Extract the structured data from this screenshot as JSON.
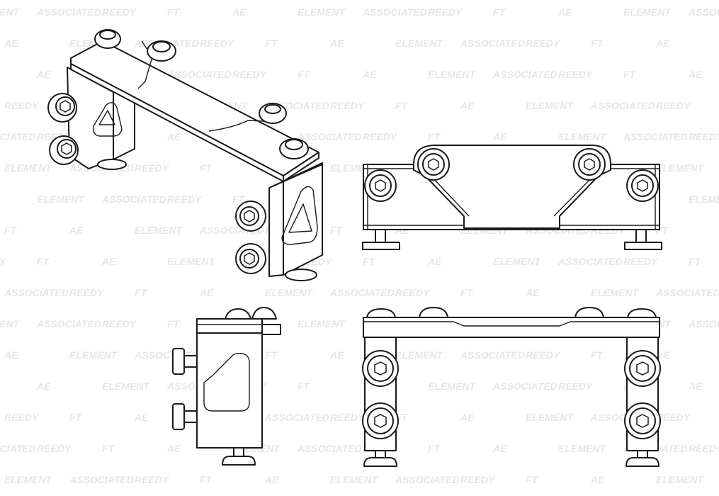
{
  "watermark": {
    "brands": [
      "ELEMENT",
      "ASSOCIATED",
      "REEDY",
      "FT",
      "AE"
    ],
    "color": "#e6e6e6"
  },
  "drawing": {
    "line_color": "#1a1a1a",
    "views": [
      "isometric-view",
      "top-view",
      "side-view",
      "front-view"
    ]
  }
}
